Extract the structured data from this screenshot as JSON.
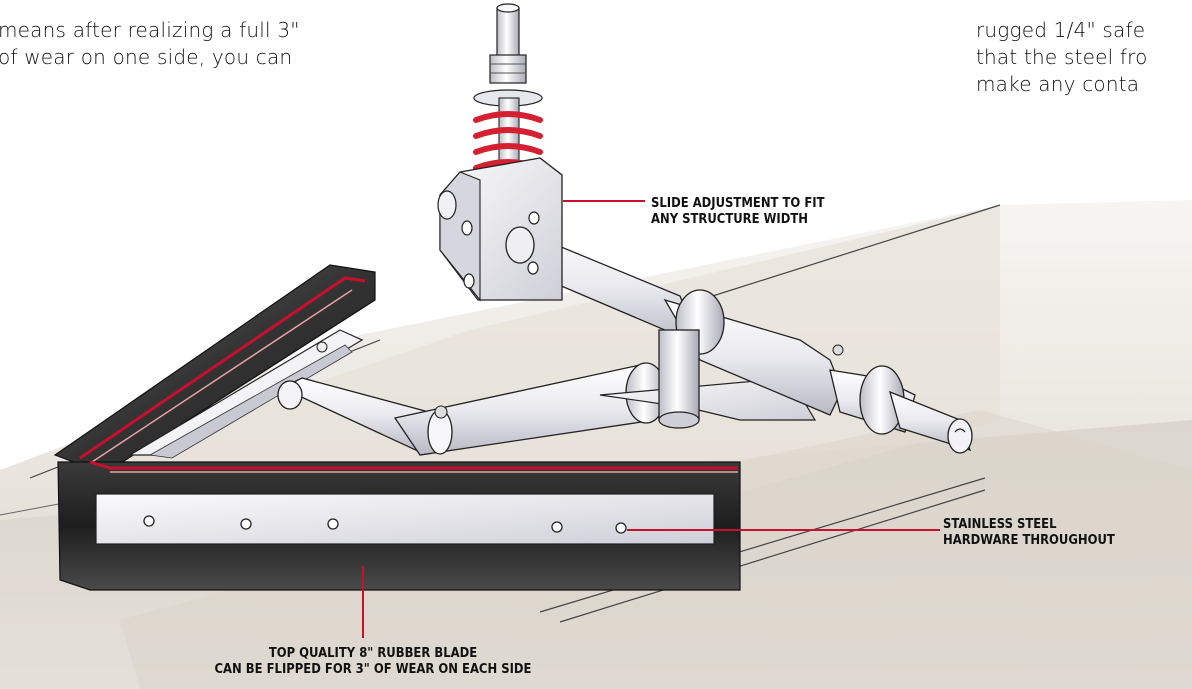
{
  "text_left": {
    "partial_line": "",
    "line1": "means after  realizing a full 3\"",
    "line2": "of wear on one side, you can"
  },
  "text_right": {
    "line0": "",
    "line1": "rugged 1/4\" safe",
    "line2": "that the steel fro",
    "line3": "make any conta"
  },
  "callouts": {
    "slide": {
      "line1": "SLIDE ADJUSTMENT TO FIT",
      "line2": "ANY STRUCTURE WIDTH"
    },
    "hardware": {
      "line1": "STAINLESS STEEL",
      "line2": "HARDWARE THROUGHOUT"
    },
    "blade": {
      "line1": "TOP QUALITY 8\" RUBBER BLADE",
      "line2": "CAN BE FLIPPED FOR 3\" OF WEAR ON EACH SIDE"
    }
  },
  "colors": {
    "leader": "#c8102e",
    "spring": "#d42030",
    "steel": "#ececf2",
    "rubber": "#2a2a2a",
    "floor": "#dad5cd"
  }
}
